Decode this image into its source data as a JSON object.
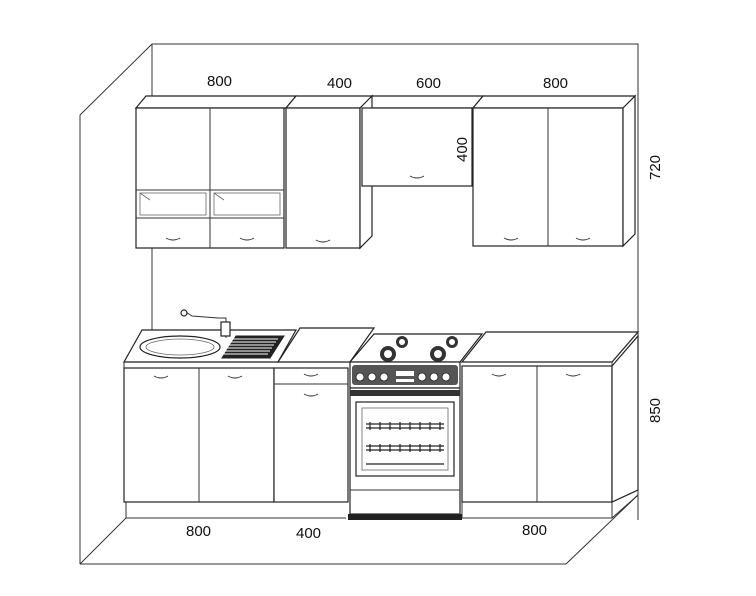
{
  "diagram": {
    "upper_widths": {
      "a": "800",
      "b": "400",
      "c": "600",
      "d": "800"
    },
    "upper_hood_height": "400",
    "upper_height": "720",
    "lower_height": "850",
    "lower_widths": {
      "a": "800",
      "b": "400",
      "c": "800"
    }
  }
}
